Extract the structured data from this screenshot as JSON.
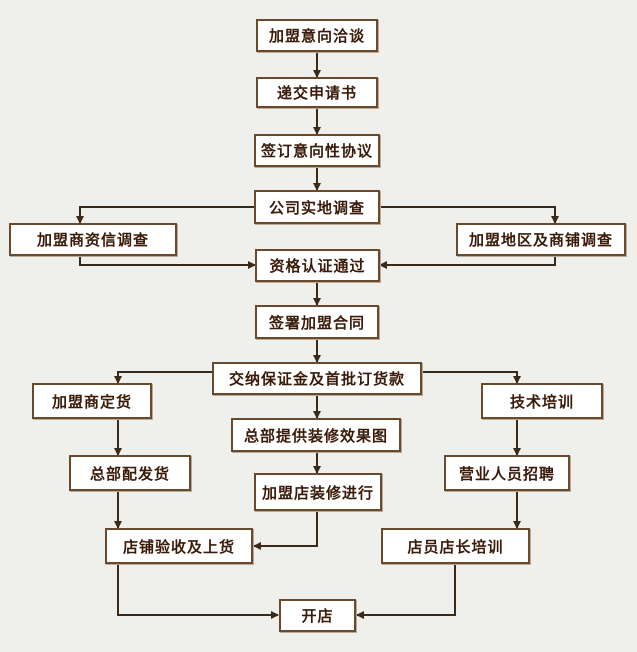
{
  "flowchart": {
    "title": "",
    "nodes": {
      "n1": "加盟意向洽谈",
      "n2": "递交申请书",
      "n3": "签订意向性协议",
      "n4": "公司实地调查",
      "n5": "加盟商资信调查",
      "n6": "加盟地区及商铺调查",
      "n7": "资格认证通过",
      "n8": "签署加盟合同",
      "n9": "交纳保证金及首批订货款",
      "n10": "加盟商定货",
      "n11": "总部提供装修效果图",
      "n12": "技术培训",
      "n13": "总部配发货",
      "n14": "加盟店装修进行",
      "n15": "营业人员招聘",
      "n16": "店铺验收及上货",
      "n17": "店员店长培训",
      "n18": "开店"
    },
    "edges": [
      [
        "n1",
        "n2"
      ],
      [
        "n2",
        "n3"
      ],
      [
        "n3",
        "n4"
      ],
      [
        "n4",
        "n5"
      ],
      [
        "n4",
        "n6"
      ],
      [
        "n5",
        "n7"
      ],
      [
        "n6",
        "n7"
      ],
      [
        "n7",
        "n8"
      ],
      [
        "n8",
        "n9"
      ],
      [
        "n9",
        "n10"
      ],
      [
        "n9",
        "n11"
      ],
      [
        "n9",
        "n12"
      ],
      [
        "n10",
        "n13"
      ],
      [
        "n11",
        "n14"
      ],
      [
        "n12",
        "n15"
      ],
      [
        "n13",
        "n16"
      ],
      [
        "n14",
        "n16"
      ],
      [
        "n15",
        "n17"
      ],
      [
        "n16",
        "n18"
      ],
      [
        "n17",
        "n18"
      ]
    ],
    "colors": {
      "line": "#3a2a1a",
      "border": "#6a4a2c",
      "text": "#3a1a08",
      "box": "#ffffff",
      "background": "#efefeb"
    }
  }
}
